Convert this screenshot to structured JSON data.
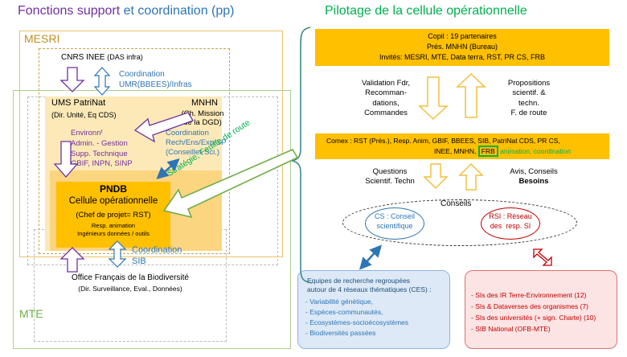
{
  "left_panel": {
    "title_part1": "Fonctions support",
    "title_part2": "et coordination (pp)",
    "mesri_label": "MESRI",
    "mte_label": "MTE",
    "cnrs": {
      "title": "CNRS INEE",
      "subtitle": "(DAS infra)"
    },
    "coordination_umr": {
      "line1": "Coordination",
      "line2": "UMR(BBEES)/Infras"
    },
    "ums": {
      "title": "UMS PatriNat",
      "subtitle": "(Dir. Unité, Eq CDS)"
    },
    "ums_services": "Environnᵗ\nAdmin. - Gestion\nSupp. Technique\nGBIF, INPN, SINP",
    "mnhn": {
      "title": "MNHN",
      "subtitle": "(Ch. Mission\nde la DGD)"
    },
    "coordination_rech": "Coordination\nRech/Ens/Exp/SP\n(Conseiller Sci.)",
    "pndb": {
      "title": "PNDB",
      "subtitle": "Cellule opérationnelle",
      "chef": "(Chef de projet= RST)",
      "detail1": "Resp. animation",
      "detail2": "Ingénieurs données / outils"
    },
    "strategy_label": "Stratégie, Feuille de route",
    "coordination_sib": {
      "line1": "Coordination",
      "line2": "SIB"
    },
    "ofb": {
      "title": "Office Français de la Biodiversité",
      "subtitle": "(Dir. Surveillance, Eval., Données)"
    }
  },
  "right_panel": {
    "title": "Pilotage de la cellule opérationnelle",
    "copil": {
      "line1": "Copil : 19 partenaires",
      "line2": "Prés. MNHN (Bureau)",
      "line3": "Invités: MESRI, MTE, Data terra, RST, PR CS, FRB"
    },
    "validation": "Validation Fdr,\nRecomman-\ndations,\nCommandes",
    "propositions": "Propositions\nscientif. &\ntechn.\nF. de route",
    "comex": {
      "line1": "Comex : RST (Prés.), Resp. Anim, GBIF, BBEES, SIB,  PatriNat CDS, PR CS,",
      "line2_prefix": "INEE, MNHN,",
      "frb": "FRB",
      "line2_suffix": "animation, coordination"
    },
    "questions": "Questions\nScientif. Techn",
    "avis": {
      "line1": "Avis, Conseils",
      "line2": "Besoins"
    },
    "conseils_label": "Conseils",
    "cs": "CS : Conseil\nscientifique",
    "rsi": "RSI : Réseau\ndes  resp. SI",
    "equipes": {
      "title": "Equipes de recherche regroupées\nautour de 4 réseaux thématiques (CES) :",
      "items": [
        "- Variabilité génétique,",
        "- Espèces-communautés,",
        "- Ecosystèmes-socioécosystèmes",
        "- Biodiversités passées"
      ]
    },
    "sis": {
      "items": [
        "- SIs des IR Terre-Environnement  (12)",
        "- SIs & Dataverses des organismes (7)",
        "- SIs des universités (+ sign. Charte) (10)",
        "- SIB National (OFB-MTE)"
      ]
    }
  },
  "colors": {
    "title_purple": "#7030a0",
    "title_blue": "#2e75b6",
    "title_green": "#00b050",
    "orange_dark": "#ffc000",
    "orange_mid": "#fcd581",
    "orange_light": "#fde9b8",
    "mesri_border": "#e8c468",
    "mte_border": "#a9d18e",
    "purple_arrow": "#7030a0",
    "blue_arrow": "#2e75b6",
    "green_arrow": "#70ad47",
    "red": "#c00000",
    "teal": "#2e75b6"
  }
}
